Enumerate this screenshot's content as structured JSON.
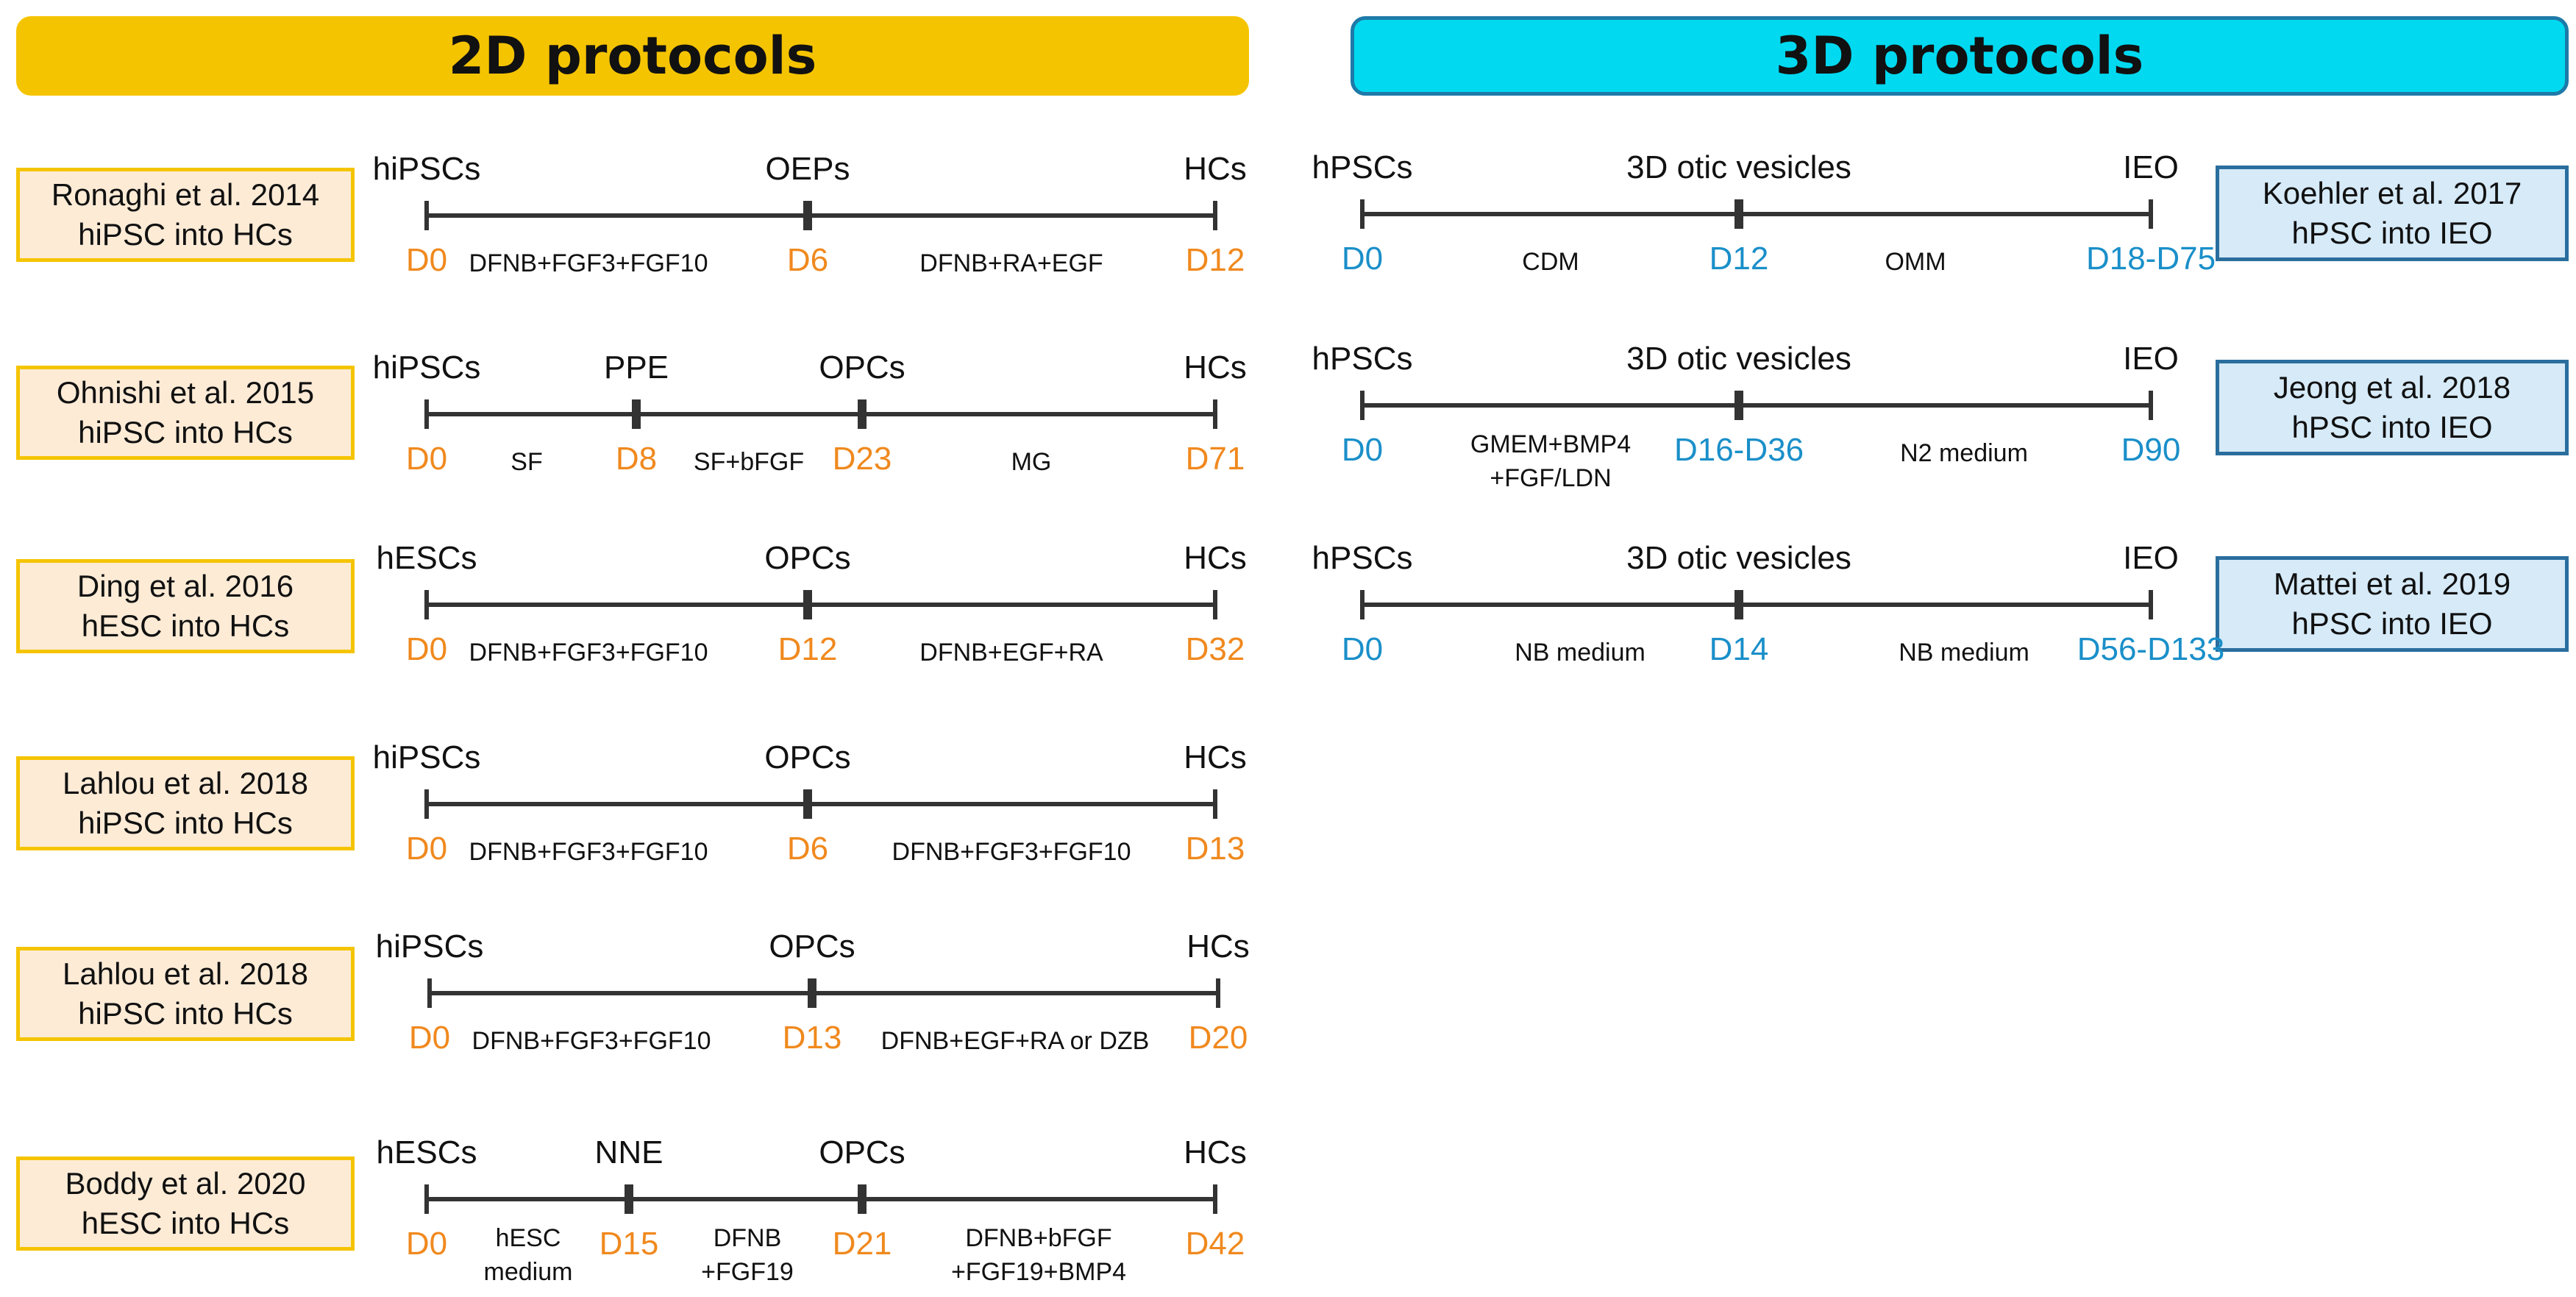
{
  "headers": {
    "left": "2D protocols",
    "right": "3D protocols"
  },
  "protocols_2d": [
    {
      "ref": [
        "Ronaghi et al. 2014",
        "hiPSC into HCs"
      ],
      "stages": [
        "hiPSCs",
        "OEPs",
        "HCs"
      ],
      "days": [
        "D0",
        "D6",
        "D12"
      ],
      "media": [
        [
          "DFNB+FGF3+FGF10"
        ],
        [
          "DFNB+RA+EGF"
        ]
      ]
    },
    {
      "ref": [
        "Ohnishi et al. 2015",
        "hiPSC into HCs"
      ],
      "stages": [
        "hiPSCs",
        "PPE",
        "OPCs",
        "HCs"
      ],
      "days": [
        "D0",
        "D8",
        "D23",
        "D71"
      ],
      "media": [
        [
          "SF"
        ],
        [
          "SF+bFGF"
        ],
        [
          "MG"
        ]
      ]
    },
    {
      "ref": [
        "Ding et al. 2016",
        "hESC into HCs"
      ],
      "stages": [
        "hESCs",
        "OPCs",
        "HCs"
      ],
      "days": [
        "D0",
        "D12",
        "D32"
      ],
      "media": [
        [
          "DFNB+FGF3+FGF10"
        ],
        [
          "DFNB+EGF+RA"
        ]
      ]
    },
    {
      "ref": [
        "Lahlou et al. 2018",
        "hiPSC into HCs"
      ],
      "stages": [
        "hiPSCs",
        "OPCs",
        "HCs"
      ],
      "days": [
        "D0",
        "D6",
        "D13"
      ],
      "media": [
        [
          "DFNB+FGF3+FGF10"
        ],
        [
          "DFNB+FGF3+FGF10"
        ]
      ]
    },
    {
      "ref": [
        "Lahlou et al. 2018",
        "hiPSC into HCs"
      ],
      "stages": [
        "hiPSCs",
        "OPCs",
        "HCs"
      ],
      "days": [
        "D0",
        "D13",
        "D20"
      ],
      "media": [
        [
          "DFNB+FGF3+FGF10"
        ],
        [
          "DFNB+EGF+RA or DZB"
        ]
      ]
    },
    {
      "ref": [
        "Boddy et al. 2020",
        "hESC into HCs"
      ],
      "stages": [
        "hESCs",
        "NNE",
        "OPCs",
        "HCs"
      ],
      "days": [
        "D0",
        "D15",
        "D21",
        "D42"
      ],
      "media": [
        [
          "hESC",
          "medium"
        ],
        [
          "DFNB",
          "+FGF19"
        ],
        [
          "DFNB+bFGF",
          "+FGF19+BMP4"
        ]
      ]
    }
  ],
  "protocols_3d": [
    {
      "ref": [
        "Koehler et al. 2017",
        "hPSC into IEO"
      ],
      "stages": [
        "hPSCs",
        "3D otic vesicles",
        "IEO"
      ],
      "days": [
        "D0",
        "D12",
        "D18-D75"
      ],
      "media": [
        [
          "CDM"
        ],
        [
          "OMM"
        ]
      ]
    },
    {
      "ref": [
        "Jeong et al. 2018",
        "hPSC into IEO"
      ],
      "stages": [
        "hPSCs",
        "3D otic vesicles",
        "IEO"
      ],
      "days": [
        "D0",
        "D16-D36",
        "D90"
      ],
      "media": [
        [
          "GMEM+BMP4",
          "+FGF/LDN"
        ],
        [
          "N2 medium"
        ]
      ]
    },
    {
      "ref": [
        "Mattei et al. 2019",
        "hPSC into IEO"
      ],
      "stages": [
        "hPSCs",
        "3D otic vesicles",
        "IEO"
      ],
      "days": [
        "D0",
        "D14",
        "D56-D133"
      ],
      "media": [
        [
          "NB medium"
        ],
        [
          "NB medium"
        ]
      ]
    }
  ],
  "colors": {
    "header_2d": "#F5C400",
    "header_3d": "#00D9F0",
    "day_2d": "#F0891E",
    "day_3d": "#1A8FC9",
    "line": "#333333"
  }
}
